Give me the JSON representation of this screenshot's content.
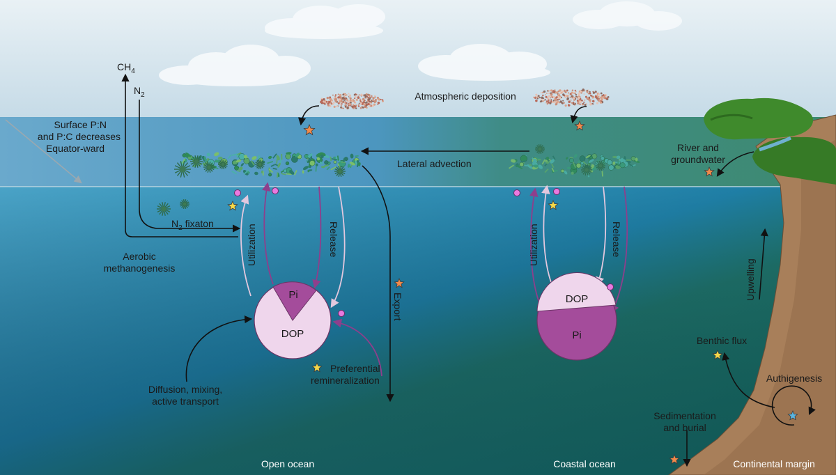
{
  "labels": {
    "ch4": "CH",
    "ch4_sub": "4",
    "n2": "N",
    "n2_sub": "2",
    "surface_line1": "Surface P:N",
    "surface_line2": "and P:C decreases",
    "surface_line3": "Equator-ward",
    "n2_fix_pre": "N",
    "n2_fix_sub": "2",
    "n2_fix_post": " fixaton",
    "aerobic_line1": "Aerobic",
    "aerobic_line2": "methanogenesis",
    "utilization": "Utilization",
    "release": "Release",
    "export": "Export",
    "diffusion_line1": "Diffusion, mixing,",
    "diffusion_line2": "active transport",
    "preferential_line1": "Preferential",
    "preferential_line2": "remineralization",
    "atmospheric": "Atmospheric deposition",
    "lateral": "Lateral advection",
    "utilization_coastal": "Utilization",
    "release_coastal": "Release",
    "river_line1": "River and",
    "river_line2": "groundwater",
    "upwelling": "Upwelling",
    "benthic": "Benthic flux",
    "authigenesis": "Authigenesis",
    "sed_line1": "Sedimentation",
    "sed_line2": "and burial",
    "open_ocean": "Open ocean",
    "coastal_ocean": "Coastal ocean",
    "continental": "Continental margin"
  },
  "pies": {
    "open": {
      "top": "Pi",
      "bottom": "DOP"
    },
    "coastal": {
      "top": "DOP",
      "bottom": "Pi"
    }
  },
  "colors": {
    "sky": "#cfe0ea",
    "ocean_open": "#2a8fb4",
    "ocean_coastal": "#1f7a6a",
    "land": "#a87f5a",
    "forest": "#3f8a2c",
    "pie_light": "#efd6ec",
    "pie_dark": "#a44c9b",
    "arrow_purple": "#8e3f8c",
    "arrow_light": "#d9b8d6",
    "star_orange": "#f08a4b",
    "star_yellow": "#f3d84a",
    "star_blue": "#5ab4e0"
  }
}
